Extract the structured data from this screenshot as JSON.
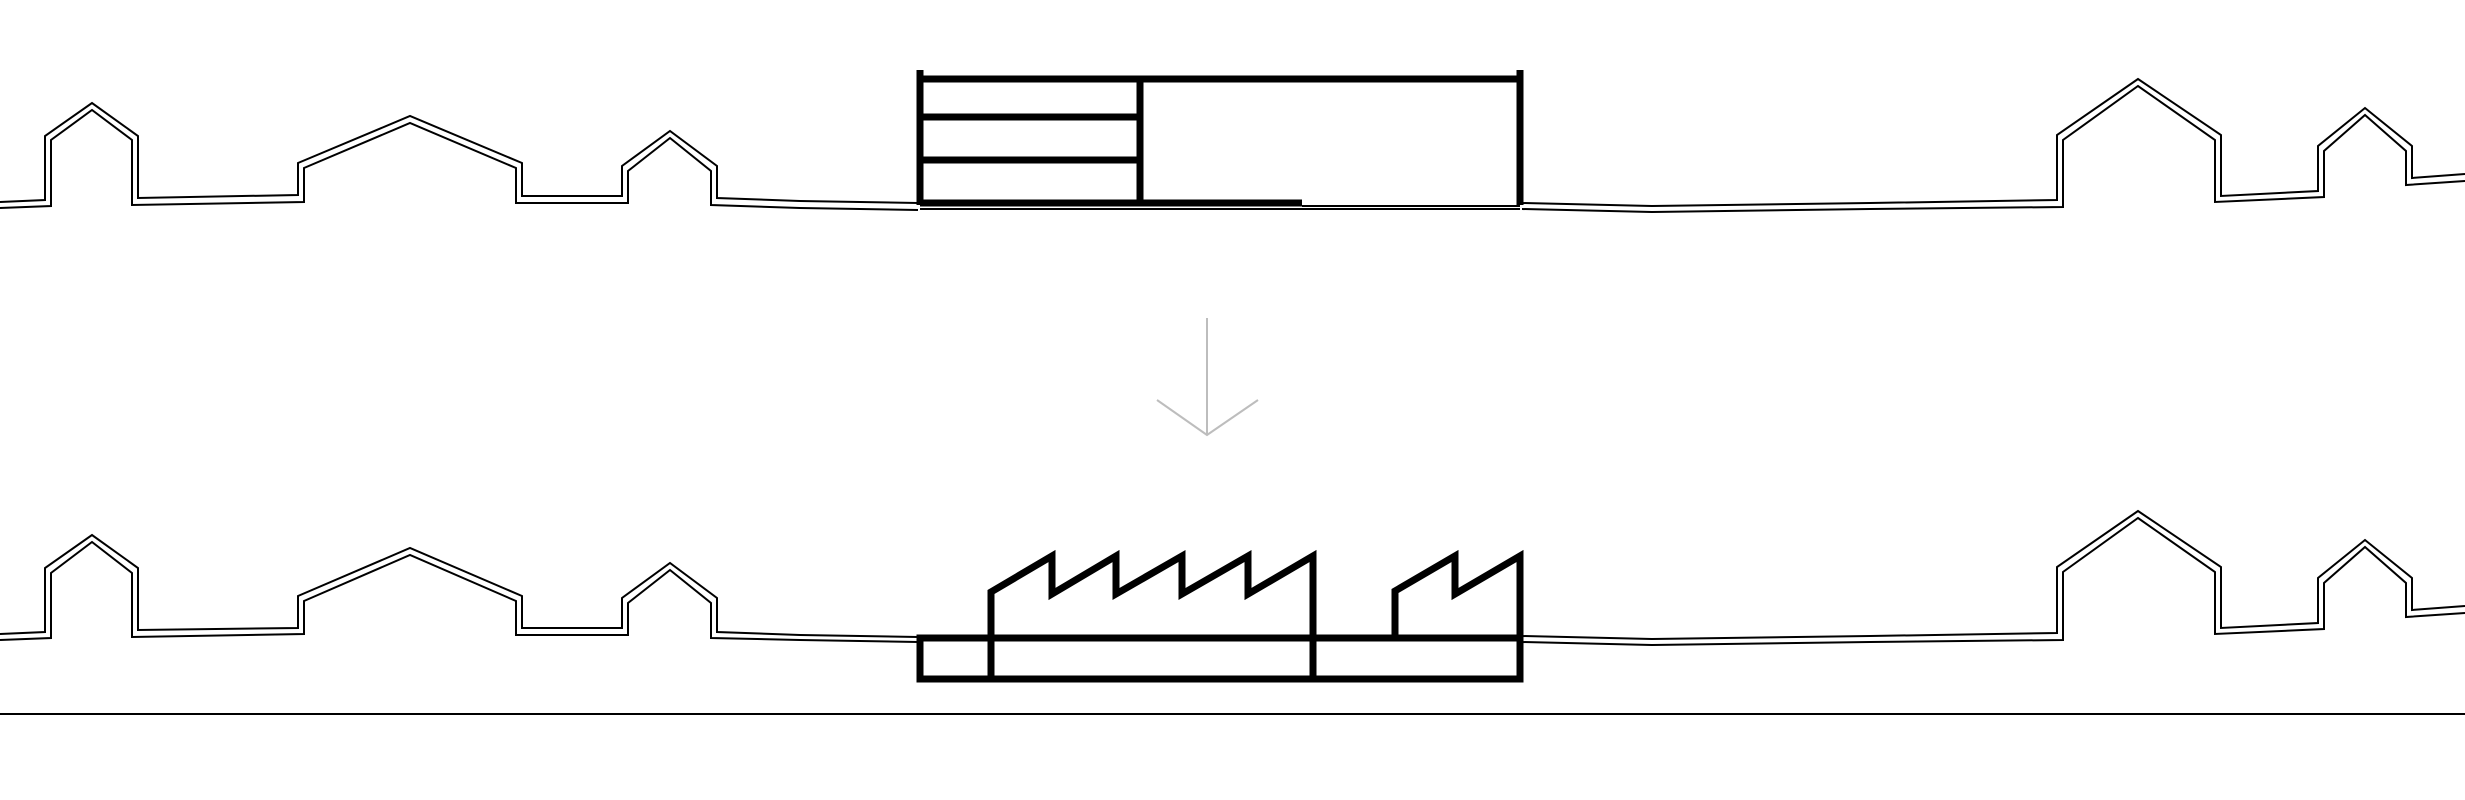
{
  "diagram": {
    "kind": "architectural-section-before-after",
    "panels": [
      {
        "id": "before",
        "subject": "existing-building",
        "floors_left_block": 3
      },
      {
        "id": "after",
        "subject": "proposed-building",
        "roof_form": "sawtooth"
      }
    ],
    "transition": {
      "icon": "arrow-down-icon"
    },
    "colors": {
      "stroke": "#000000",
      "arrow": "#bdbdbd",
      "background": "#ffffff"
    }
  }
}
